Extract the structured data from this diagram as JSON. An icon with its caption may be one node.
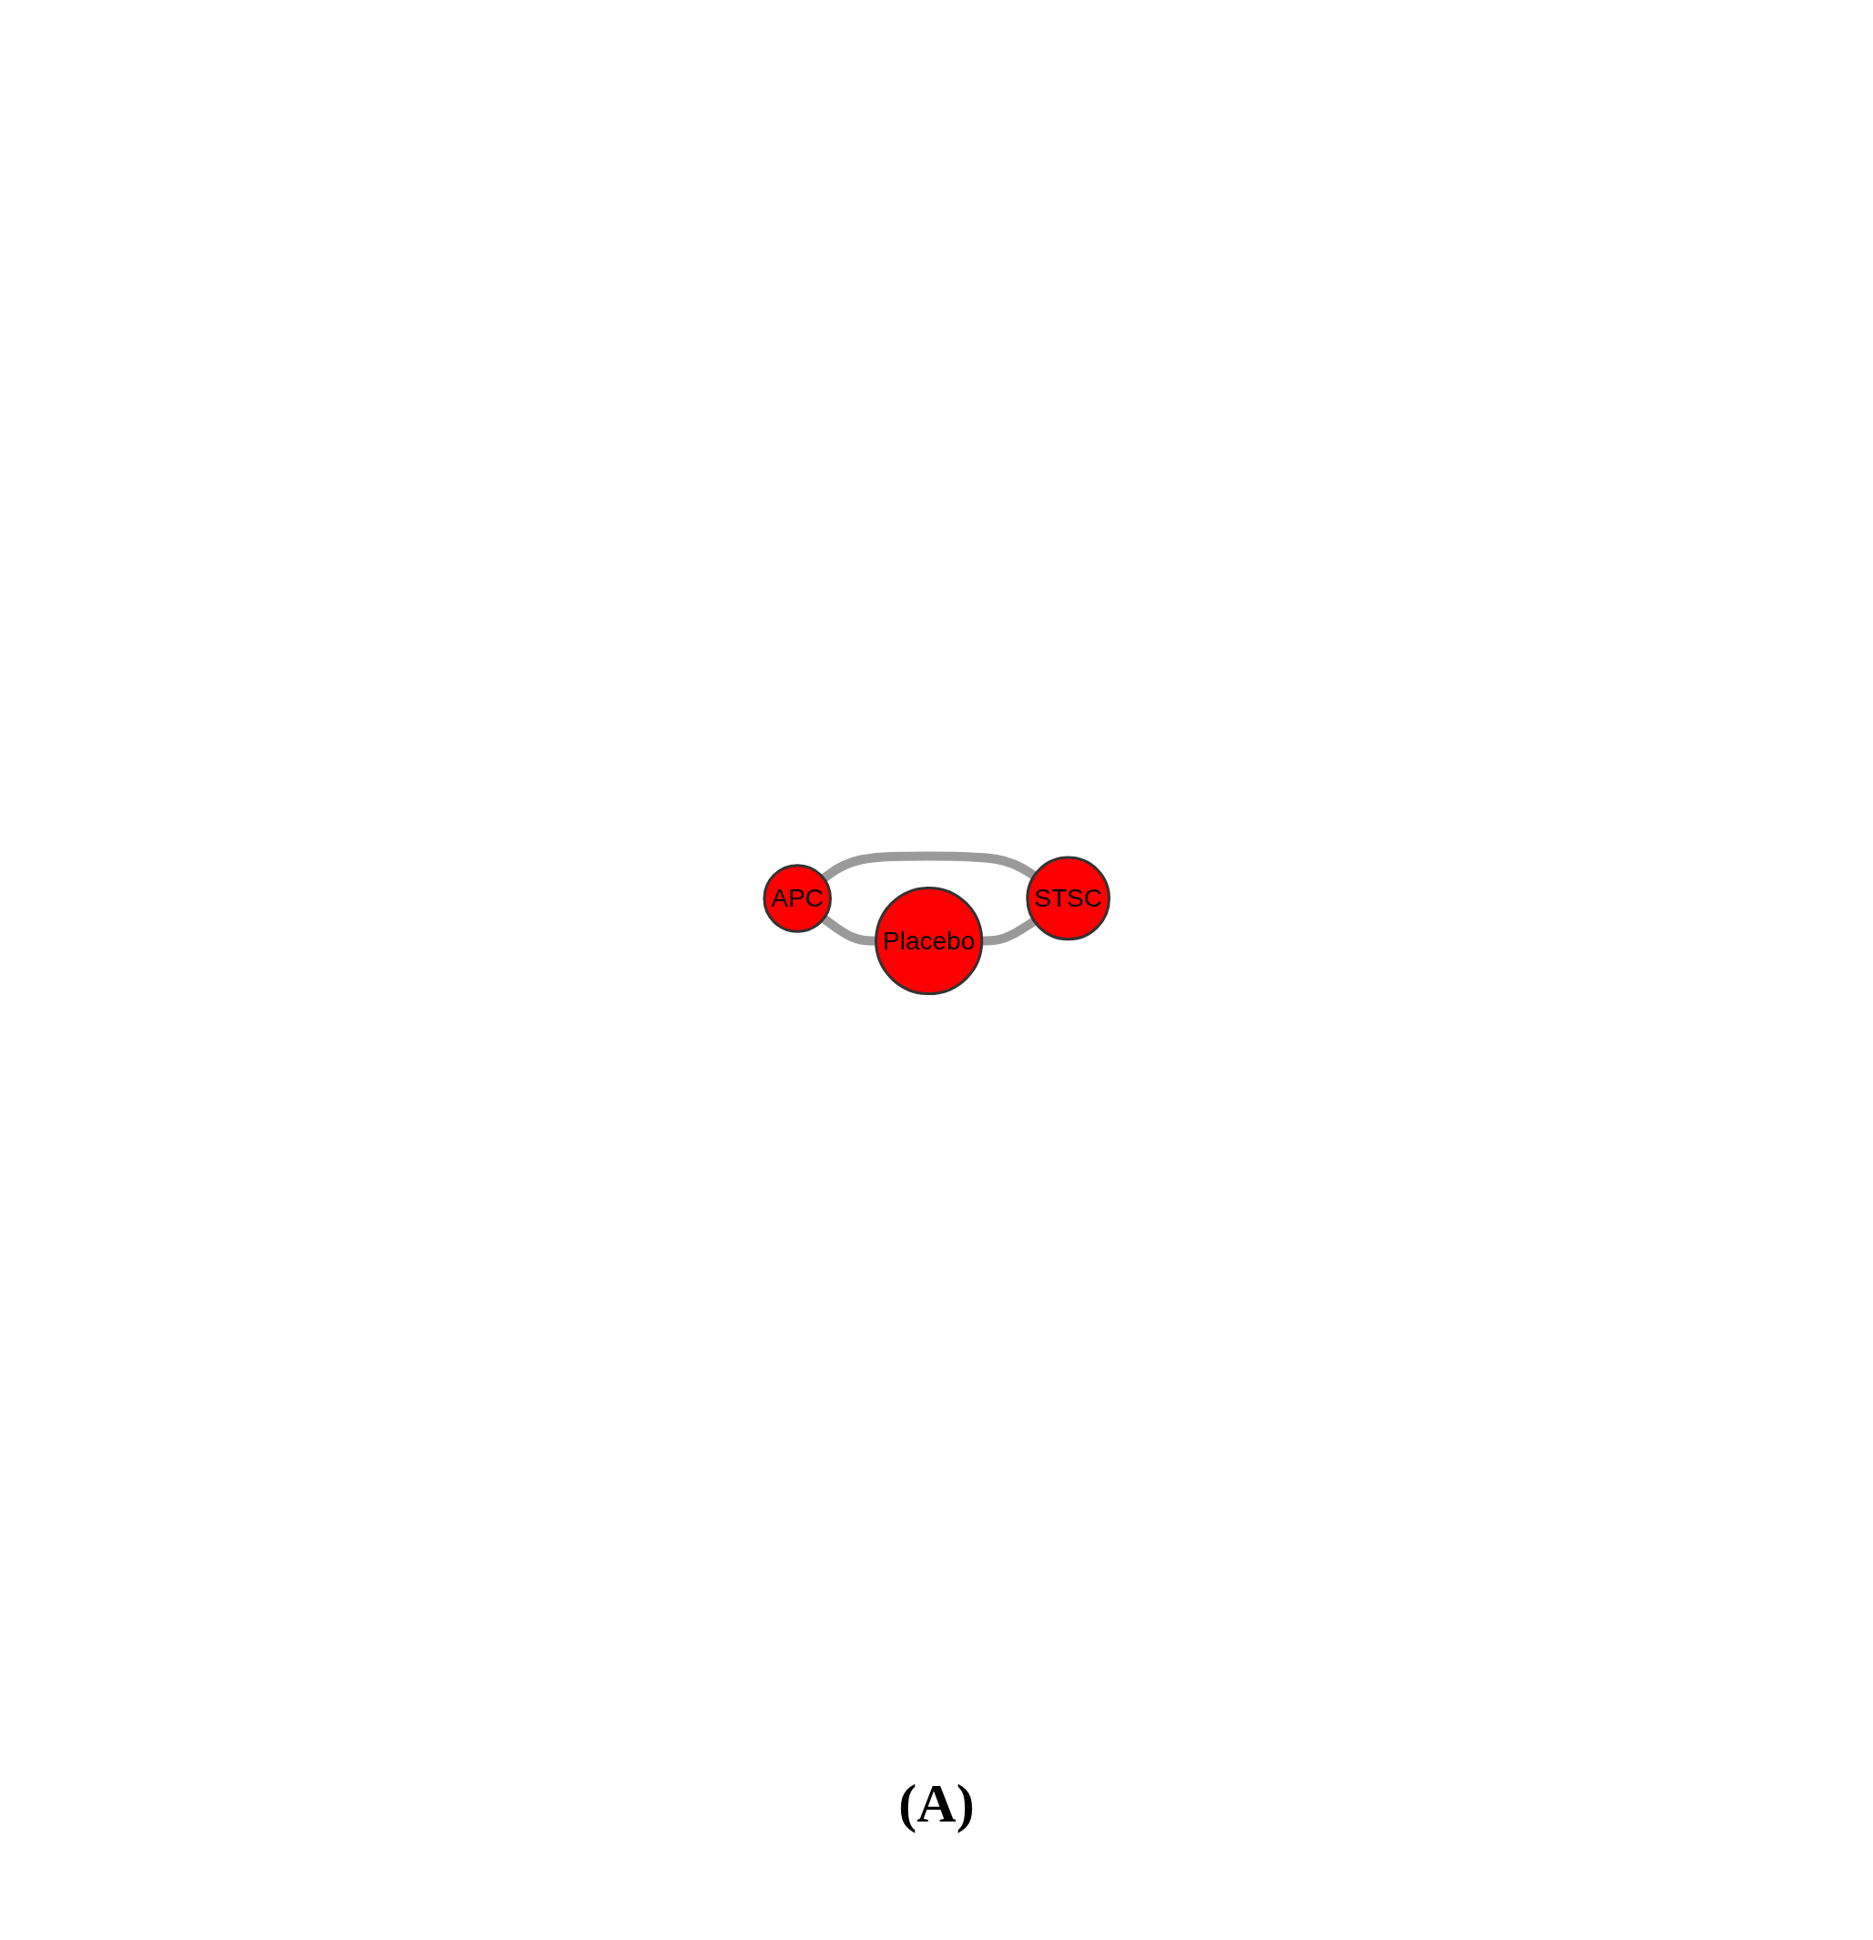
{
  "diagram": {
    "caption": "(A)",
    "nodes": [
      {
        "text": [
          "APC"
        ]
      },
      {
        "text": [
          "STSC"
        ]
      },
      {
        "text": [
          "Placebo"
        ]
      }
    ],
    "edges": [
      {
        "from": 0,
        "to": 1,
        "arrow": "none"
      },
      {
        "from": 0,
        "to": 2,
        "arrow": "none"
      },
      {
        "from": 2,
        "to": 1,
        "arrow": "none"
      }
    ]
  }
}
